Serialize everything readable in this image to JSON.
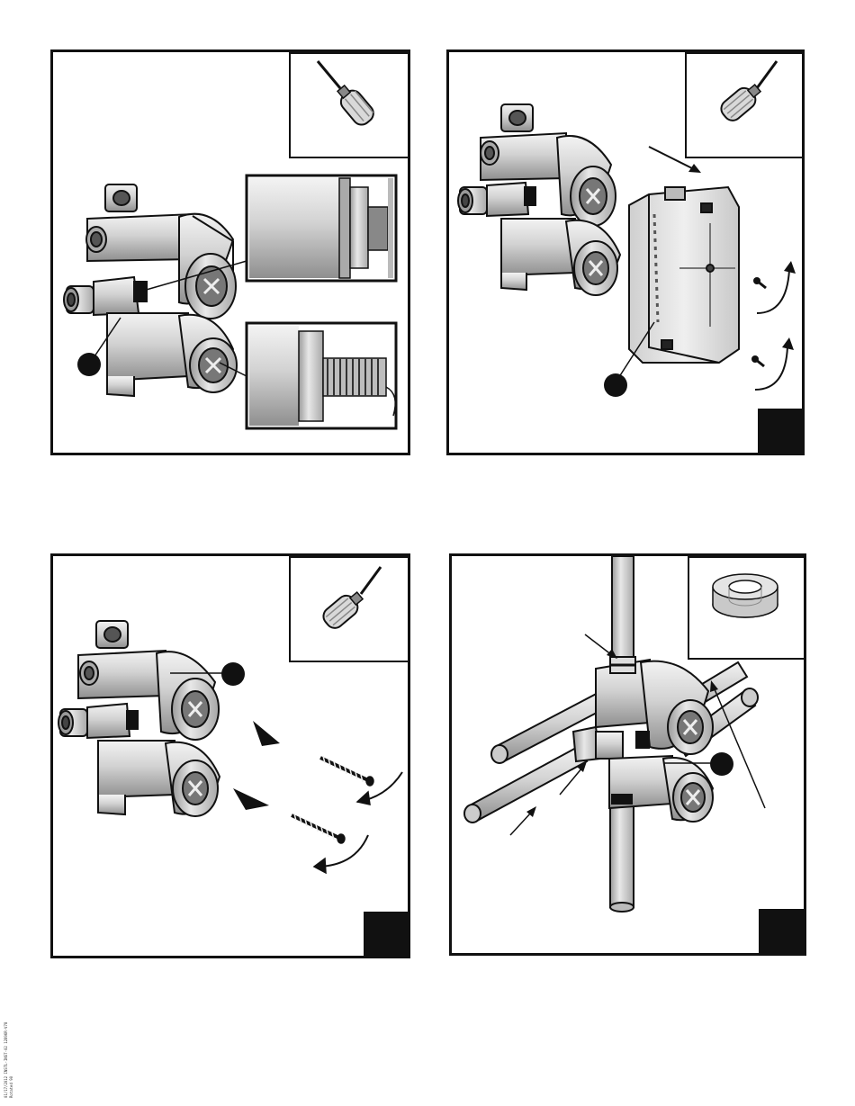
{
  "document": {
    "type": "installation-instructions",
    "footer": {
      "line1": "01/17/2012  INSTL-INST-02  12896R-V78",
      "line2": "Rotated 90"
    }
  },
  "panels": [
    {
      "id": "panel-1",
      "tool": "screwdriver-icon",
      "has_step_block": false,
      "callouts": [
        "valve-body",
        "upper-cartridge-detail",
        "lower-cartridge-detail"
      ]
    },
    {
      "id": "panel-2",
      "tool": "screwdriver-icon",
      "has_step_block": true,
      "callouts": [
        "plaster-guard",
        "mounting-screws"
      ]
    },
    {
      "id": "panel-3",
      "tool": "screwdriver-icon",
      "has_step_block": true,
      "callouts": [
        "valve-body",
        "wood-screws"
      ]
    },
    {
      "id": "panel-4",
      "tool": "thread-tape-icon",
      "has_step_block": true,
      "callouts": [
        "riser-pipe",
        "supply-pipe",
        "inlet-fitting",
        "outlet-pipe",
        "valve-body"
      ]
    }
  ],
  "colors": {
    "outline": "#111111",
    "metal_light": "#e6e6e6",
    "metal_mid": "#c4c4c4",
    "metal_dark": "#8e8e8e",
    "tool_handle": "#d9d9d9",
    "step_block": "#111111"
  }
}
